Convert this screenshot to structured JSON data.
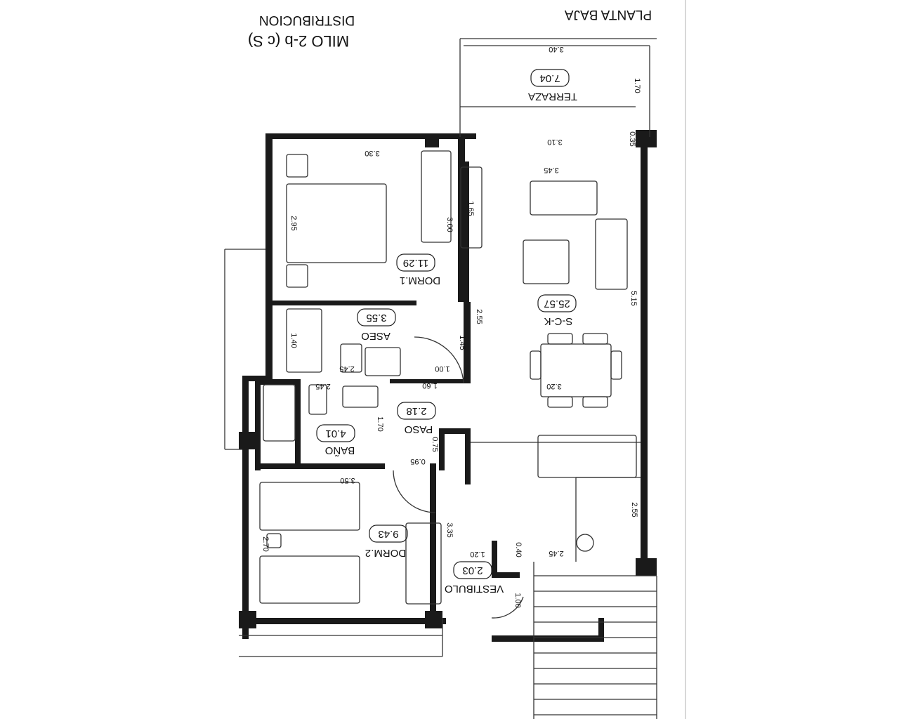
{
  "header": {
    "floor": "PLANTA BAJA",
    "model": "MILO 2-b (c S)",
    "subtitle": "DISTRIBUCION"
  },
  "rooms": [
    {
      "name": "TERRAZA",
      "area": "7.04"
    },
    {
      "name": "DORM.1",
      "area": "11.29"
    },
    {
      "name": "ASEO",
      "area": "3.55"
    },
    {
      "name": "S-C-K",
      "area": "25.57"
    },
    {
      "name": "PASO",
      "area": "2.18"
    },
    {
      "name": "BAÑO",
      "area": "4.01"
    },
    {
      "name": "DORM.2",
      "area": "9.43"
    },
    {
      "name": "VESTIBULO",
      "area": "2.03"
    }
  ],
  "dimensions": [
    "3.40",
    "1.70",
    "0.35",
    "3.10",
    "3.45",
    "3.30",
    "1.65",
    "3.00",
    "2.95",
    "5.15",
    "2.55",
    "1.45",
    "1.40",
    "1.00",
    "2.45",
    "2.45",
    "1.60",
    "3.20",
    "1.70",
    "0.75",
    "0.95",
    "3.50",
    "2.55",
    "2.70",
    "3.35",
    "0.40",
    "2.45",
    "1.20",
    "1.00"
  ],
  "orientation": "rotated 180°",
  "colors": {
    "ink": "#111111",
    "paper": "#ffffff"
  }
}
